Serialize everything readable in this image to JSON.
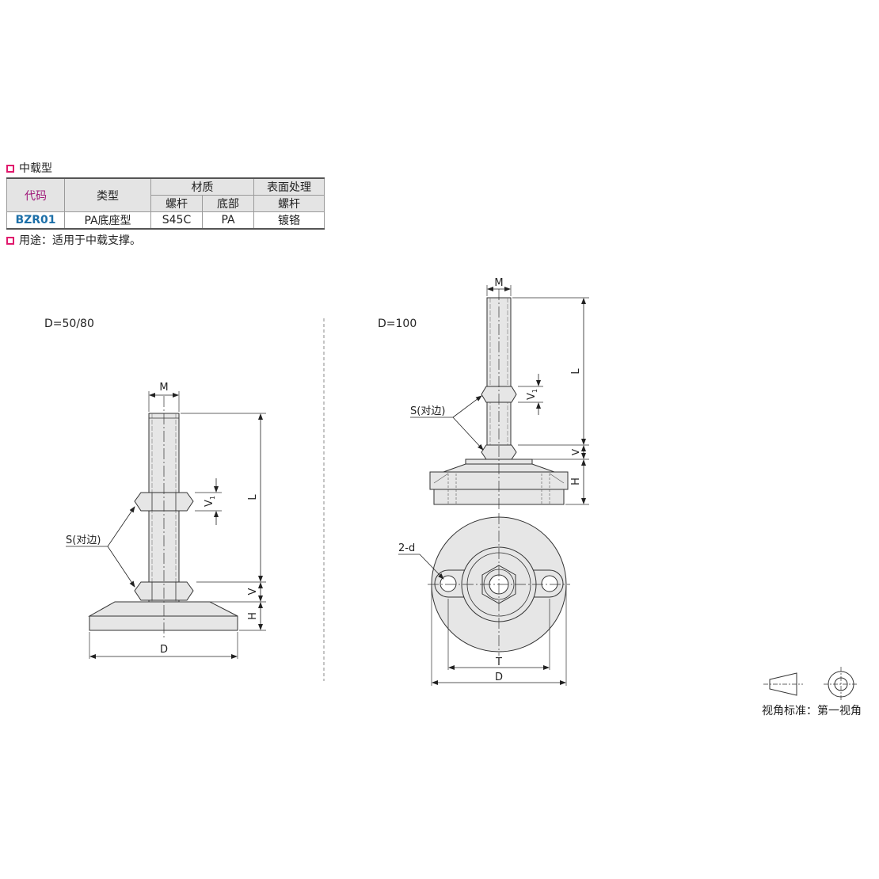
{
  "section": {
    "title": "中载型"
  },
  "table": {
    "header": {
      "code": "代码",
      "type": "类型",
      "material": "材质",
      "surface": "表面处理",
      "bolt": "螺杆",
      "base": "底部",
      "surface_bolt": "螺杆"
    },
    "row": {
      "code": "BZR01",
      "type": "PA底座型",
      "bolt_material": "S45C",
      "base_material": "PA",
      "surface_treatment": "镀铬"
    }
  },
  "usage": "用途：适用于中载支撑。",
  "left_drawing": {
    "caption": "D=50/80",
    "labels": {
      "M": "M",
      "L": "L",
      "V1": "V",
      "V1_sub": "1",
      "S": "S(对边)",
      "V": "V",
      "H": "H",
      "D": "D"
    }
  },
  "right_drawing": {
    "caption": "D=100",
    "labels": {
      "M": "M",
      "L": "L",
      "V1": "V",
      "V1_sub": "1",
      "S": "S(对边)",
      "V": "V",
      "H": "H",
      "d": "2-d",
      "T": "T",
      "D": "D"
    }
  },
  "projection": {
    "label": "视角标准：第一视角"
  },
  "colors": {
    "marker": "#e0186c",
    "code_header": "#a0187a",
    "code_value": "#1c6fa8",
    "header_bg": "#e4e4e4",
    "part_fill": "#e6e6e6"
  }
}
